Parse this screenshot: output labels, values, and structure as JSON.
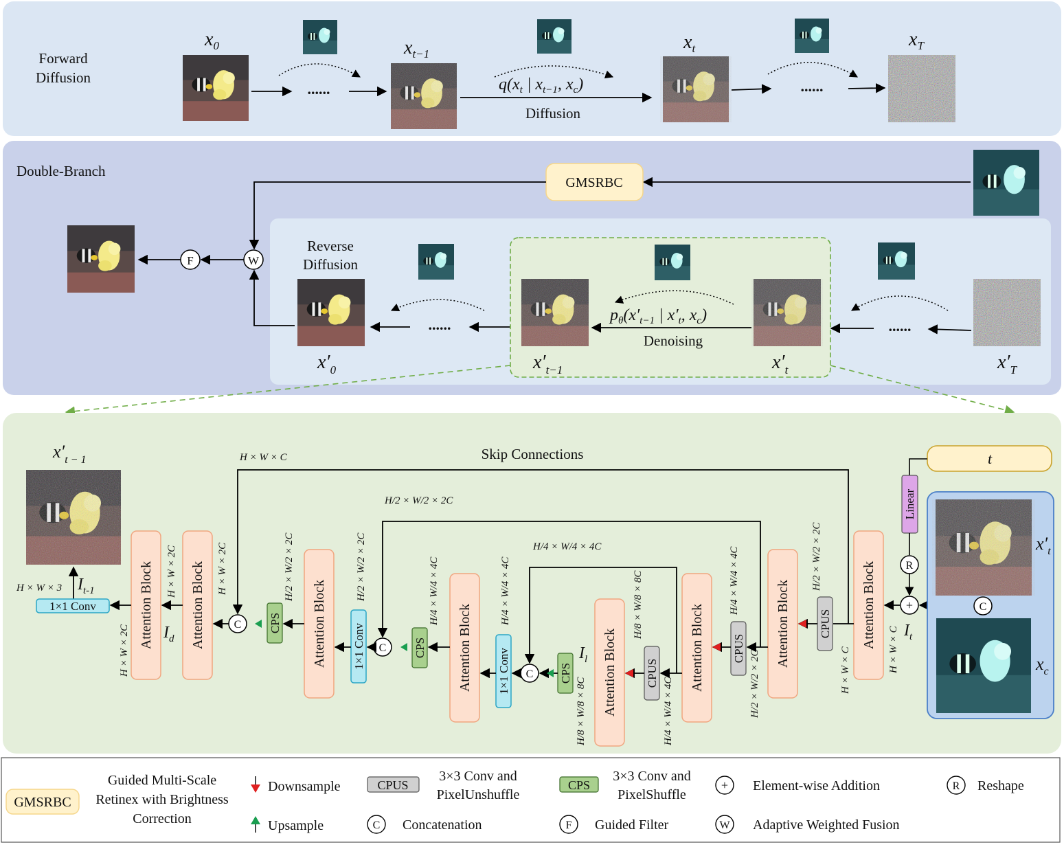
{
  "forward": {
    "title_line1": "Forward",
    "title_line2": "Diffusion",
    "x0": "x",
    "x0_sub": "0",
    "xt1": "x",
    "xt1_sub": "t−1",
    "xt": "x",
    "xt_sub": "t",
    "xT": "x",
    "xT_sub": "T",
    "dots": "......",
    "q_formula": "q(x",
    "q_formula_mid": " | x",
    "q_formula_end": ", x",
    "q_sub_t": "t",
    "q_sub_t1": "t−1",
    "q_sub_c": "c",
    "q_close": ")",
    "diffusion_label": "Diffusion"
  },
  "branch": {
    "title": "Double-Branch",
    "gmsrbc": "GMSRBC",
    "op_f": "F",
    "op_w": "W",
    "reverse_line1": "Reverse",
    "reverse_line2": "Diffusion",
    "dots": "......",
    "p_formula": "p",
    "p_theta": "θ",
    "p_args": "(x′",
    "p_sub_t1": "t−1",
    "p_mid": " | x′",
    "p_sub_t": "t",
    "p_end": ", x",
    "p_sub_c": "c",
    "p_close": ")",
    "denoising_label": "Denoising",
    "x0p": "x′",
    "x0p_sub": "0",
    "xt1p": "x′",
    "xt1p_sub": "t−1",
    "xtp": "x′",
    "xtp_sub": "t",
    "xTp": "x′",
    "xTp_sub": "T"
  },
  "unet": {
    "skip_title": "Skip Connections",
    "out_label": "x′",
    "out_sub": "t − 1",
    "t_label": "t",
    "linear": "Linear",
    "reshape": "R",
    "plus": "+",
    "concat": "C",
    "attention": "Attention Block",
    "conv11": "1×1 Conv",
    "cps": "CPS",
    "cpus": "CPUS",
    "It": "I",
    "It_sub": "t",
    "Il": "I",
    "Il_sub": "l",
    "Id": "I",
    "Id_sub": "d",
    "It1": "I",
    "It1_sub": "t-1",
    "hw3": "H × W × 3",
    "hwc": "H × W × C",
    "hw2c": "H × W × 2C",
    "half2c": "H/2 × W/2 × 2C",
    "quarter4c": "H/4 × W/4 × 4C",
    "eighth8c": "H/8 × W/8 × 8C",
    "xtp": "x′",
    "xtp_sub": "t",
    "xc": "x",
    "xc_sub": "c"
  },
  "legend": {
    "gmsrbc": "GMSRBC",
    "gmsrbc_desc1": "Guided Multi-Scale",
    "gmsrbc_desc2": "Retinex with Brightness",
    "gmsrbc_desc3": "Correction",
    "downsample": "Downsample",
    "upsample": "Upsample",
    "cpus": "CPUS",
    "cpus_desc1": "3×3 Conv and",
    "cpus_desc2": "PixelUnshuffle",
    "concat_sym": "C",
    "concat": "Concatenation",
    "cps": "CPS",
    "cps_desc1": "3×3 Conv and",
    "cps_desc2": "PixelShuffle",
    "f_sym": "F",
    "guided_filter": "Guided Filter",
    "plus_sym": "+",
    "addition": "Element-wise Addition",
    "w_sym": "W",
    "fusion": "Adaptive Weighted Fusion",
    "r_sym": "R",
    "reshape": "Reshape"
  },
  "colors": {
    "forward_bg": "#dbe6f3",
    "branch_bg": "#c9d1ea",
    "branch_inner": "#dde8f4",
    "unet_bg": "#e4eeda",
    "attention_fill": "#fde0cf",
    "attention_stroke": "#f0a57f",
    "cps_fill": "#a9d08e",
    "cpus_fill": "#d0d0d0",
    "conv_fill": "#b5e9f2",
    "conv_stroke": "#2aa5c5",
    "gmsrbc_fill": "#fff2cc",
    "gmsrbc_stroke": "#f5d68a",
    "linear_fill": "#dda6e8",
    "input_panel": "#bcd3ee",
    "input_stroke": "#4a7fc8",
    "green_dash": "#70ad47",
    "down_arrow": "#e02020",
    "up_arrow": "#1a9e50"
  }
}
